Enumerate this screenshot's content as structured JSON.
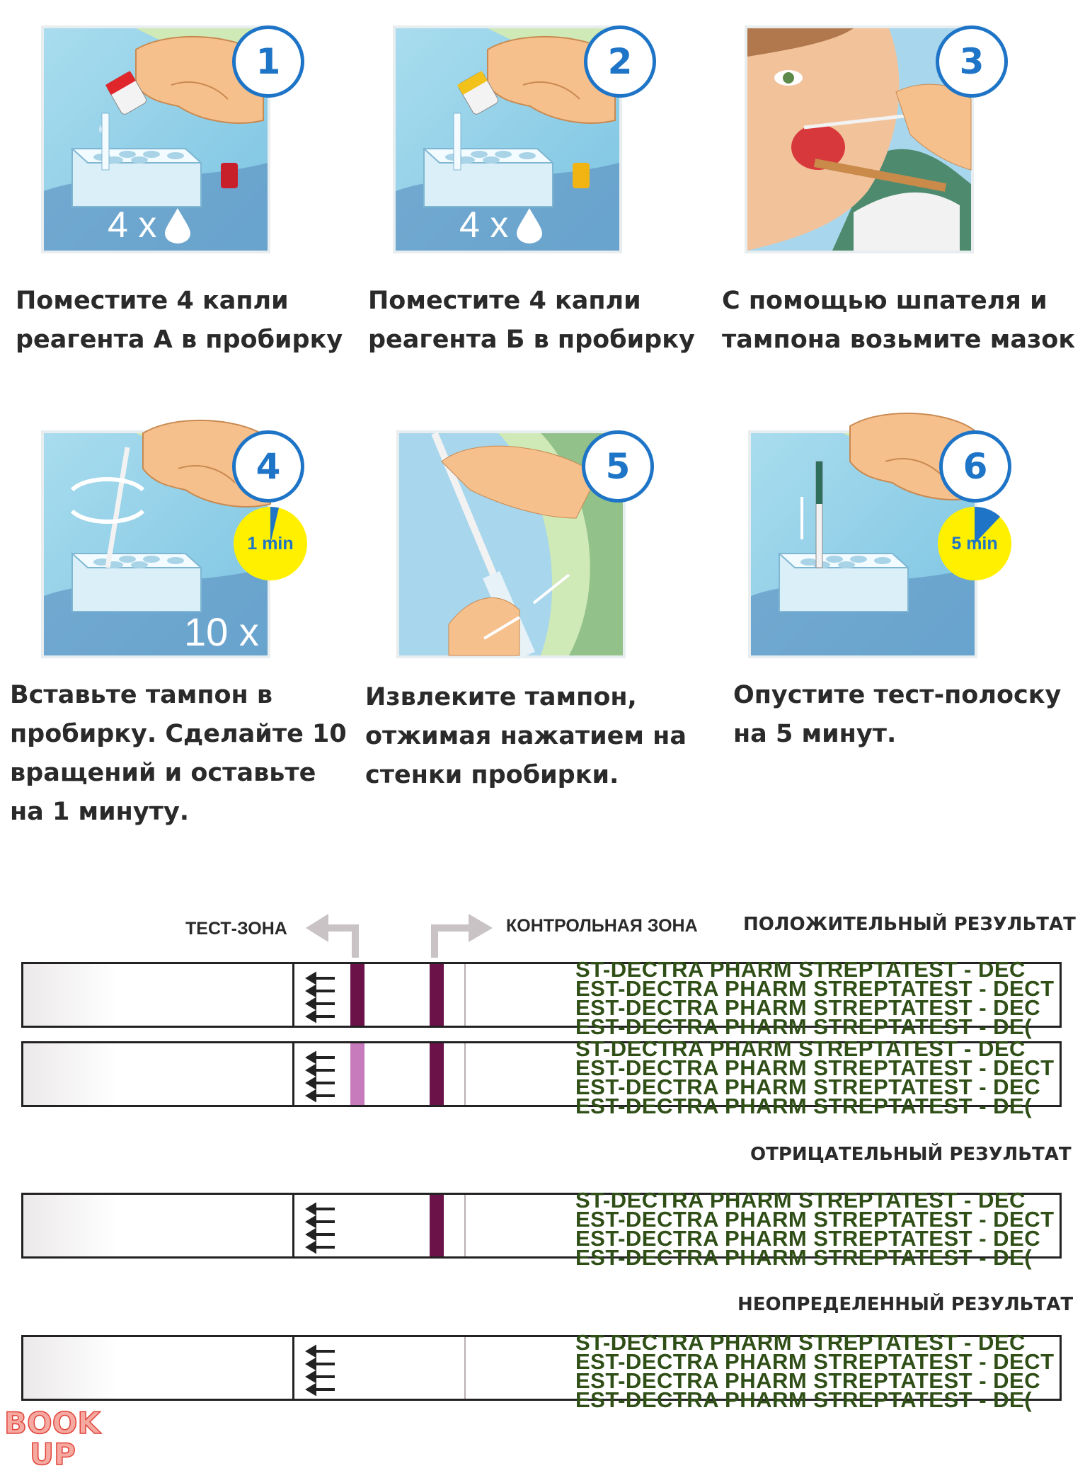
{
  "steps": [
    {
      "number": "1",
      "caption": [
        "Поместите 4 капли",
        "реагента А в пробирку"
      ],
      "drops": "4 x",
      "bottle_color": "#e0262b"
    },
    {
      "number": "2",
      "caption": [
        "Поместите 4 капли",
        "реагента Б в пробирку"
      ],
      "drops": "4 x",
      "bottle_color": "#f2c21b"
    },
    {
      "number": "3",
      "caption": [
        "С помощью шпателя и",
        "тампона возьмите мазок"
      ]
    },
    {
      "number": "4",
      "caption": [
        "Вставьте тампон в",
        "пробирку. Сделайте 10",
        "вращений и оставьте",
        "на 1 минуту."
      ],
      "timer": "1 min",
      "count": "10 x"
    },
    {
      "number": "5",
      "caption": [
        "Извлеките тампон,",
        "отжимая нажатием на",
        "стенки пробирки."
      ]
    },
    {
      "number": "6",
      "caption": [
        "Опустите тест-полоску",
        "на 5 минут."
      ],
      "timer": "5 min"
    }
  ],
  "zones": {
    "test": "ТЕСТ-ЗОНА",
    "control": "КОНТРОЛЬНАЯ ЗОНА"
  },
  "results": {
    "positive": "ПОЛОЖИТЕЛЬНЫЙ РЕЗУЛЬТАТ",
    "negative": "ОТРИЦАТЕЛЬНЫЙ РЕЗУЛЬТАТ",
    "undetermined": "НЕОПРЕДЕЛЕННЫЙ РЕЗУЛЬТАТ"
  },
  "strip_print": [
    "ST-DECTRA PHARM  STREPTATEST - DEC",
    "EST-DECTRA PHARM  STREPTATEST - DECT",
    "EST-DECTRA PHARM  STREPTATEST - DEC",
    "EST-DECTRA PHARM  STREPTATEST - DE("
  ],
  "strips": [
    {
      "result": "positive",
      "test_line": "#6b1248",
      "control_line": "#6b1248"
    },
    {
      "result": "positive",
      "test_line": "#c77bbd",
      "control_line": "#6b1248"
    },
    {
      "result": "negative",
      "test_line": null,
      "control_line": "#6b1248"
    },
    {
      "result": "undetermined",
      "test_line": null,
      "control_line": null
    }
  ],
  "logo": {
    "text_top": "BOOK",
    "text_bottom": "UP"
  },
  "colors": {
    "accent": "#1e74c6",
    "timer_yellow": "#fff000",
    "strip_print": "#2f4f17"
  }
}
